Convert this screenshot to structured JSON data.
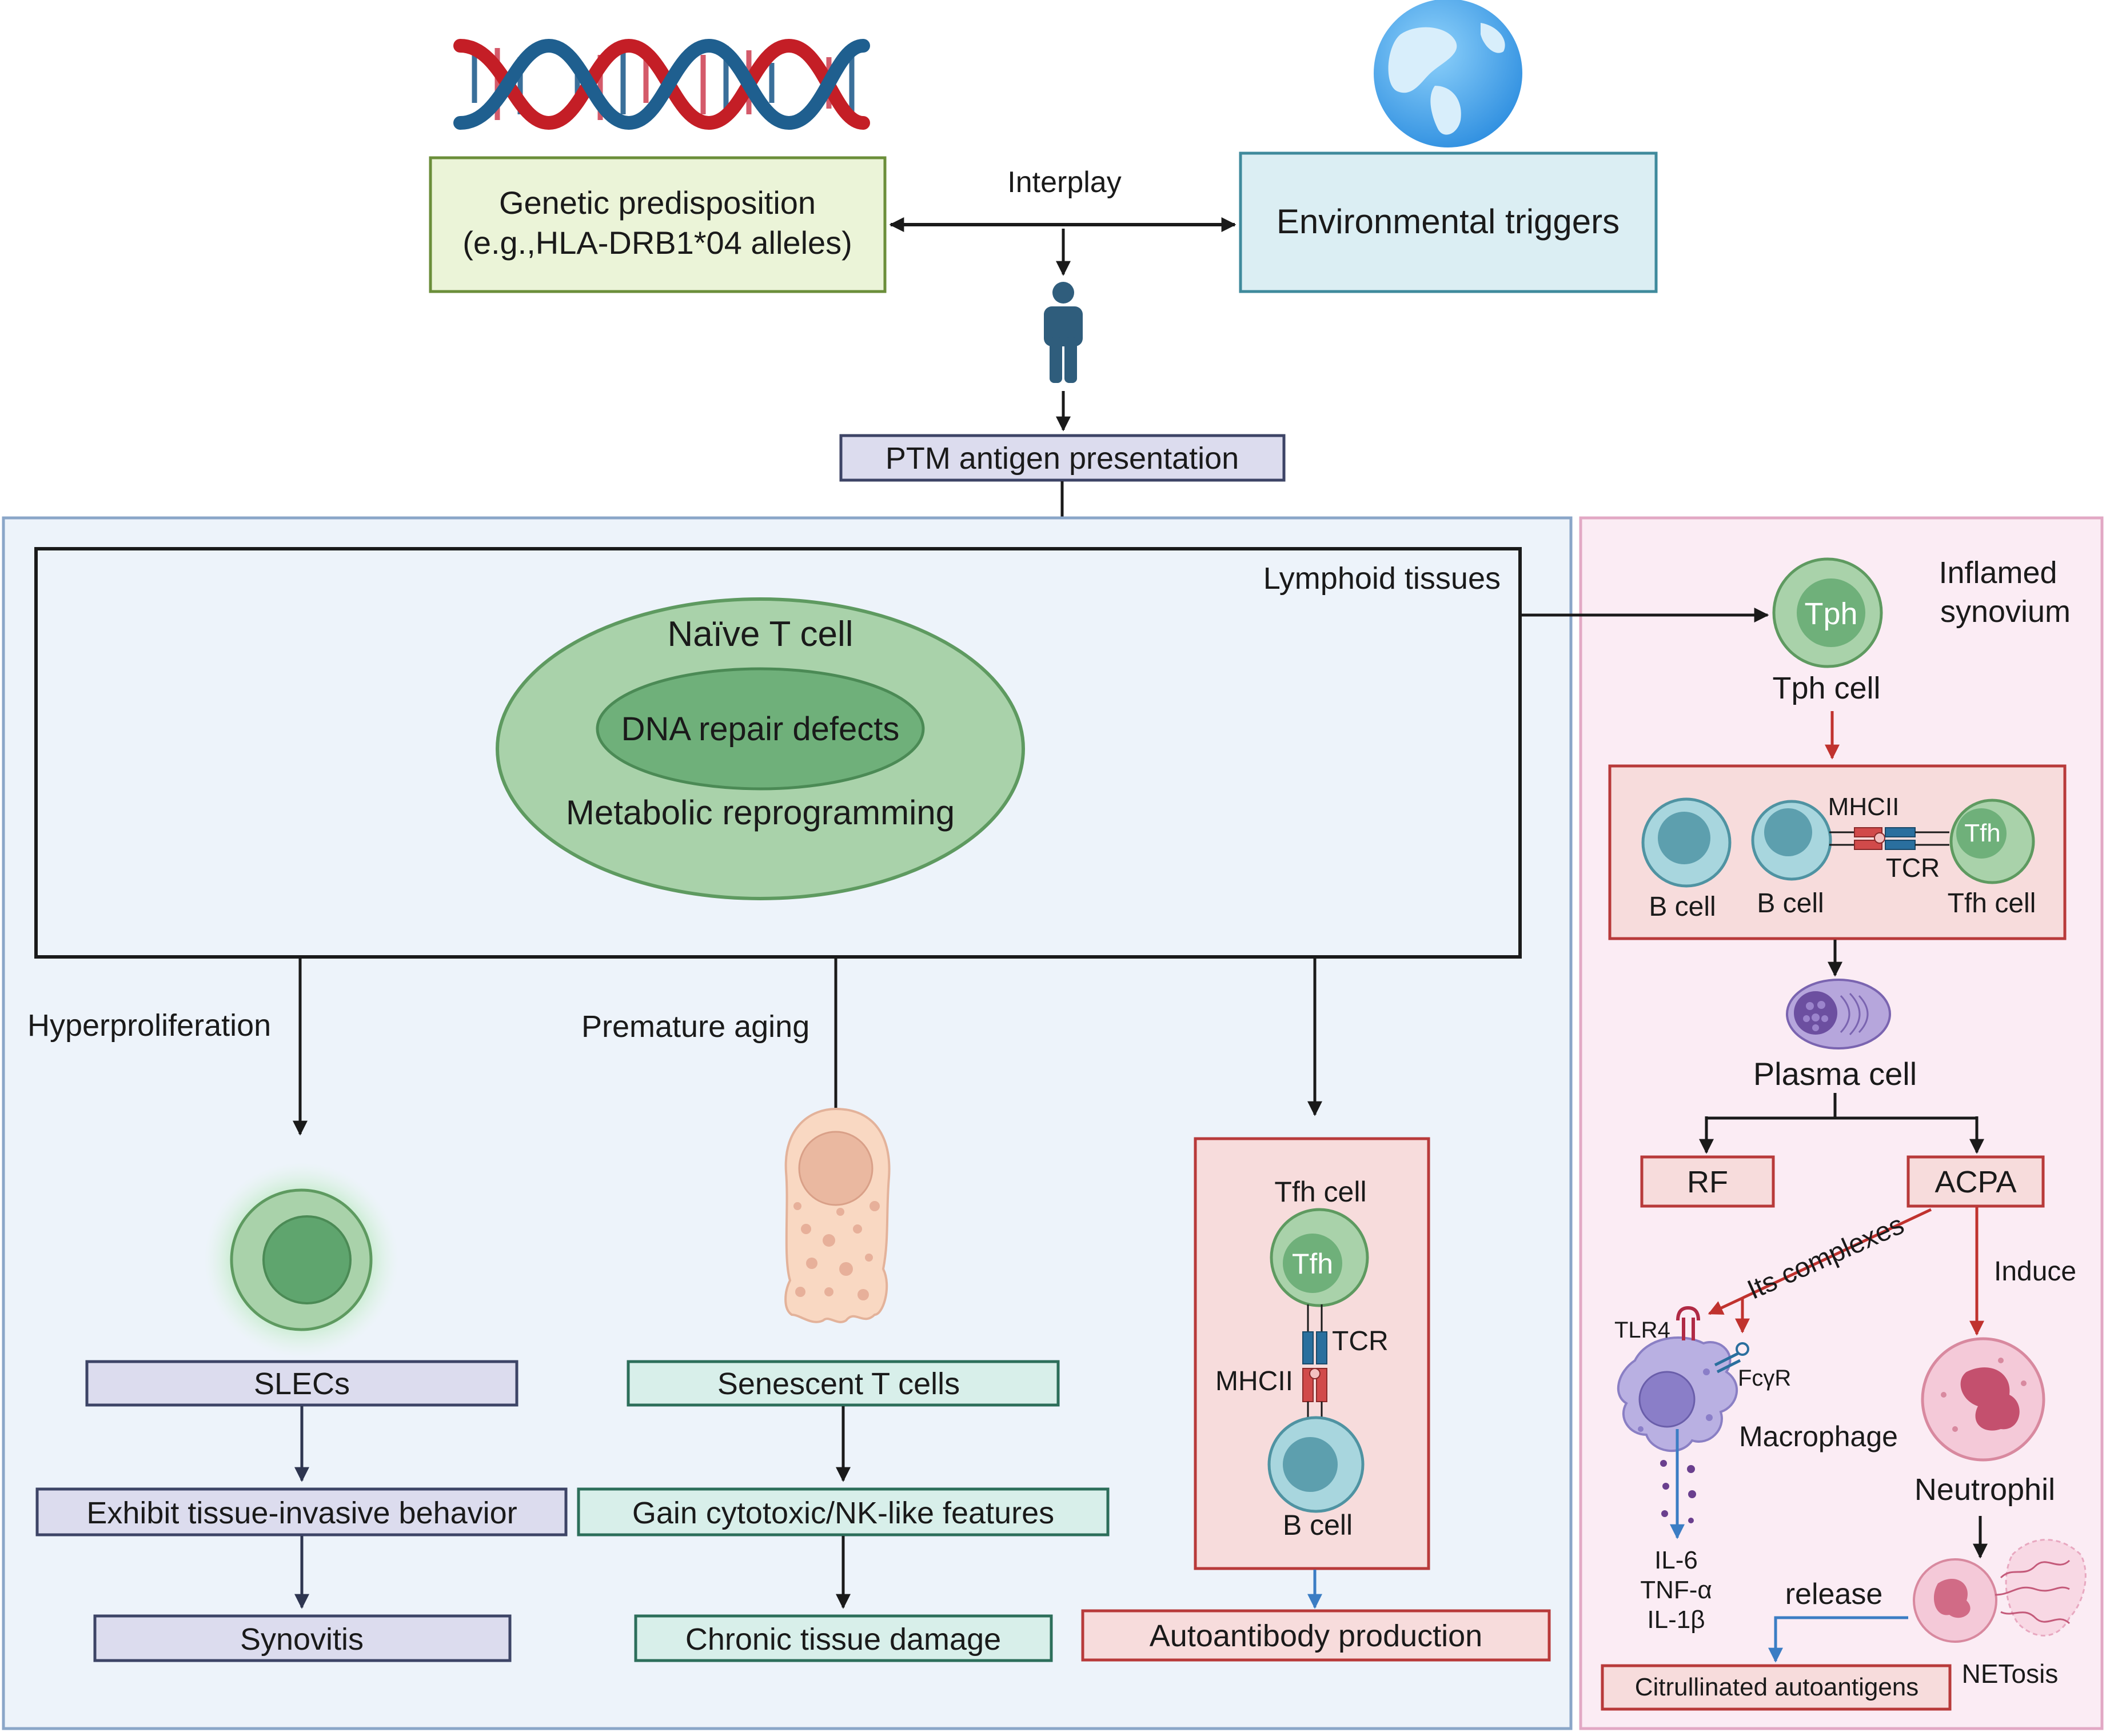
{
  "top": {
    "genetic": [
      "Genetic predisposition",
      "(e.g.,HLA-DRB1*04 alleles)"
    ],
    "environmental": "Environmental triggers",
    "interplay": "Interplay",
    "ptm": "PTM antigen presentation"
  },
  "lymphoid": {
    "title": "Lymphoid tissues",
    "naive": "Naïve T cell",
    "dna": "DNA repair defects",
    "metabolic": "Metabolic reprogramming"
  },
  "branches": {
    "left": {
      "label": "Hyperproliferation",
      "boxes": [
        "SLECs",
        "Exhibit tissue-invasive behavior",
        "Synovitis"
      ]
    },
    "middle": {
      "label": "Premature aging",
      "boxes": [
        "Senescent T cells",
        "Gain cytotoxic/NK-like features",
        "Chronic tissue damage"
      ]
    },
    "right": {
      "tfh_cell": "Tfh cell",
      "tfh": "Tfh",
      "tcr": "TCR",
      "mhcii": "MHCII",
      "bcell": "B cell",
      "output": "Autoantibody production"
    }
  },
  "synovium": {
    "title": [
      "Inflamed",
      "synovium"
    ],
    "tph": "Tph",
    "tph_cell": "Tph cell",
    "bcell1": "B cell",
    "bcell2": "B cell",
    "mhcii": "MHCII",
    "tcr": "TCR",
    "tfh": "Tfh",
    "tfh_cell": "Tfh cell",
    "plasma": "Plasma cell",
    "rf": "RF",
    "acpa": "ACPA",
    "complexes": "Its complexes",
    "induce": "Induce",
    "tlr4": "TLR4",
    "fcgr": "FcγR",
    "macrophage": "Macrophage",
    "cytokines": [
      "IL-6",
      "TNF-α",
      "IL-1β"
    ],
    "neutrophil": "Neutrophil",
    "release": "release",
    "netosis": "NETosis",
    "citrullinated": "Citrullinated autoantigens"
  },
  "colors": {
    "green_box": "#ebf4d8",
    "blue_box": "#dbeef3",
    "lavender_box": "#dcdcee",
    "panel_blue": "#edf3fa",
    "panel_pink": "#fbecf4",
    "red_box": "#f7dcdc",
    "cell_green": "#a9d2aa",
    "red_arrow": "#c0322e",
    "blue_arrow": "#3b7dc4"
  }
}
